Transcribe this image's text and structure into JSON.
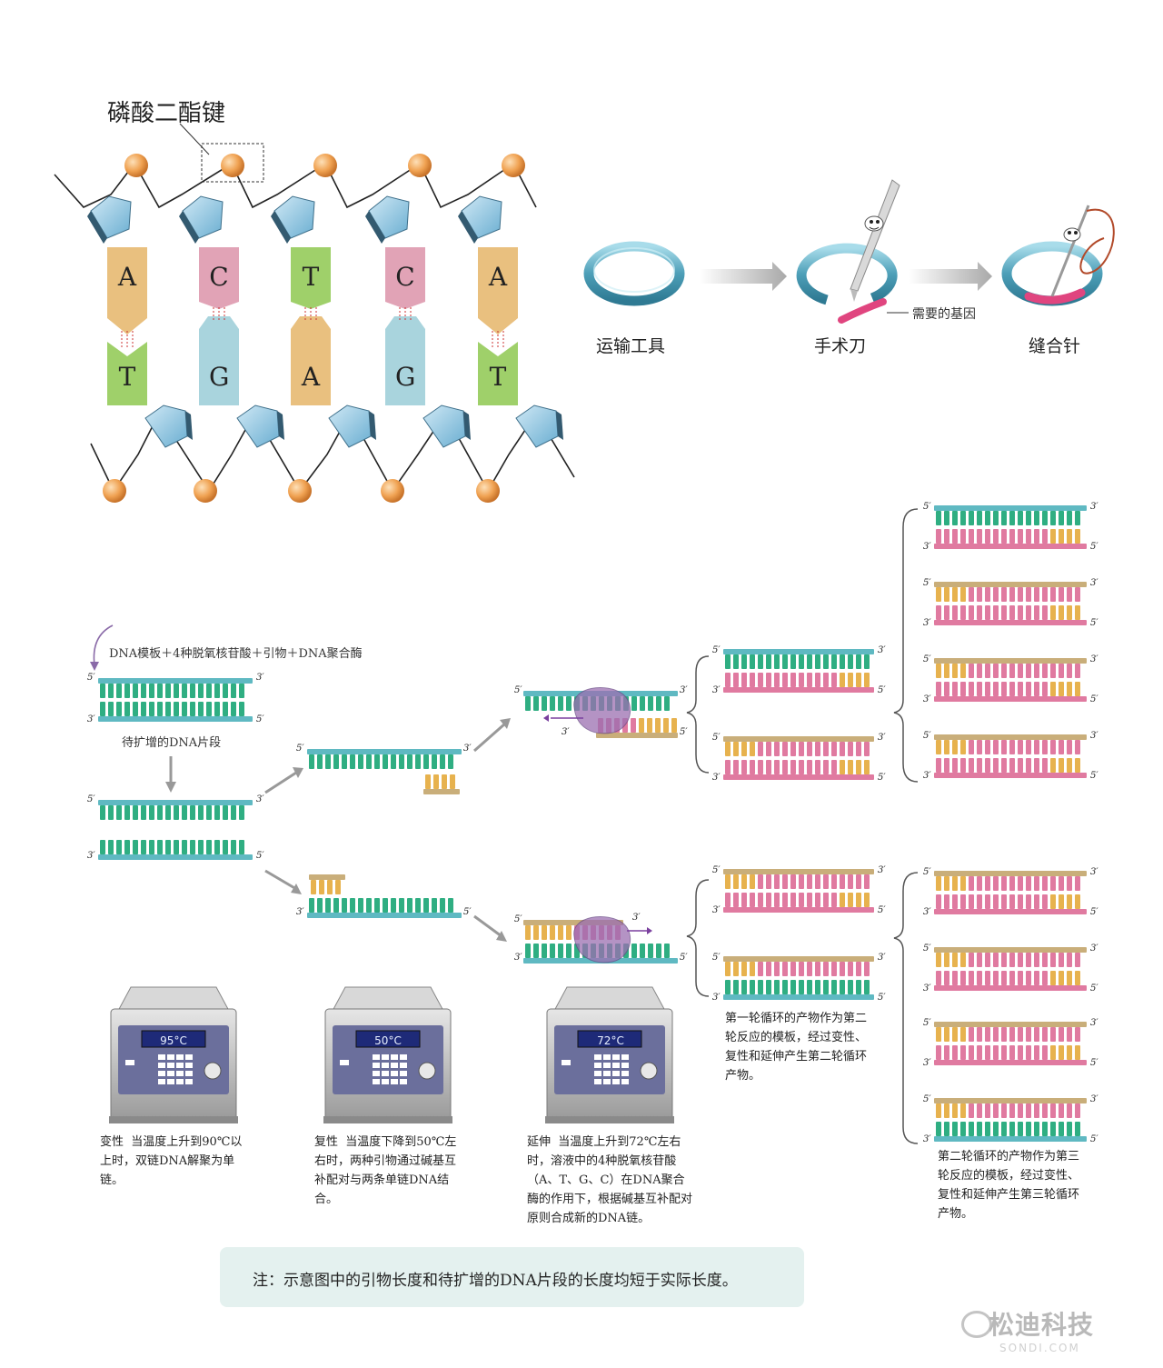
{
  "colors": {
    "teal_strand": "#5fb9c2",
    "green_base": "#2fae82",
    "pink_strand": "#e07aa0",
    "orange_primer": "#e7b24e",
    "tan_primer": "#c9ae7a",
    "sugar_blue": "#8fc6e3",
    "phosphate_orange": "#f0a252",
    "enzyme_purple": "#9b6fb1",
    "note_bg": "#e4f1ef"
  },
  "dna_structure": {
    "phosphodiester_label": "磷酸二酯键",
    "top_bases": [
      "A",
      "C",
      "T",
      "C",
      "A"
    ],
    "bottom_bases": [
      "T",
      "G",
      "A",
      "G",
      "T"
    ]
  },
  "gene_tools": {
    "vector_label": "运输工具",
    "scissors_label": "手术刀",
    "needle_label": "缝合针",
    "gene_label": "需要的基因"
  },
  "pcr": {
    "reagents_label": "DNA模板＋4种脱氧核苷酸＋引物＋DNA聚合酶",
    "template_label": "待扩增的DNA片段",
    "prime5": "5′",
    "prime3": "3′",
    "cyclers": [
      {
        "temp": "95°C",
        "step": "变性",
        "desc": "当温度上升到90℃以上时，双链DNA解聚为单链。"
      },
      {
        "temp": "50°C",
        "step": "复性",
        "desc": "当温度下降到50℃左右时，两种引物通过碱基互补配对与两条单链DNA结合。"
      },
      {
        "temp": "72°C",
        "step": "延伸",
        "desc": "当温度上升到72℃左右时，溶液中的4种脱氧核苷酸（A、T、G、C）在DNA聚合酶的作用下，根据碱基互补配对原则合成新的DNA链。"
      }
    ],
    "round1_desc": "第一轮循环的产物作为第二轮反应的模板，经过变性、复性和延伸产生第二轮循环产物。",
    "round2_desc": "第二轮循环的产物作为第三轮反应的模板，经过变性、复性和延伸产生第三轮循环产物。"
  },
  "note": "注：示意图中的引物长度和待扩增的DNA片段的长度均短于实际长度。",
  "watermark": "松迪科技",
  "watermark_sub": "SONDI.COM"
}
